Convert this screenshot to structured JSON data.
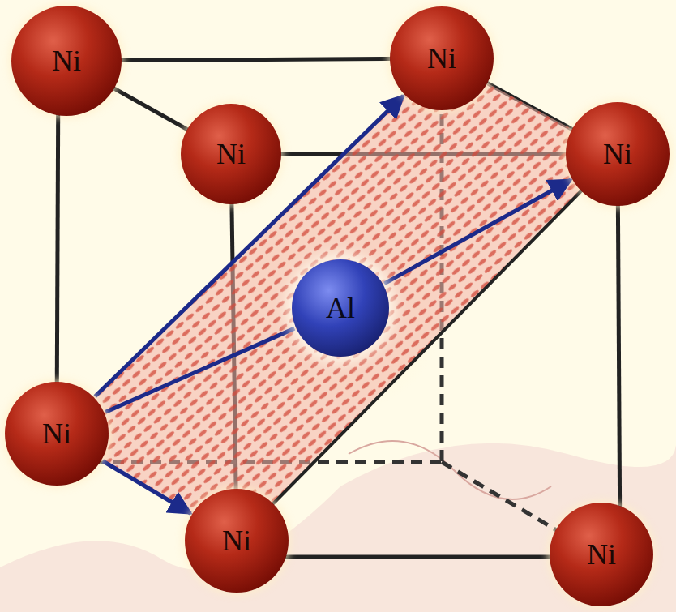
{
  "diagram": {
    "nodes": [
      {
        "text": [
          "Ni"
        ]
      },
      {
        "text": [
          "Ni"
        ]
      },
      {
        "text": [
          "Ni"
        ]
      },
      {
        "text": [
          "Ni"
        ]
      },
      {
        "text": [
          "Al"
        ]
      },
      {
        "text": [
          "Ni"
        ]
      },
      {
        "text": [
          "Ni"
        ]
      },
      {
        "text": [
          "Ni"
        ]
      }
    ],
    "edges": [
      {
        "from": 5,
        "to": 1,
        "arrow": "to"
      },
      {
        "from": 5,
        "to": 4,
        "arrow": "none"
      },
      {
        "from": 4,
        "to": 3,
        "arrow": "to"
      },
      {
        "from": 5,
        "to": 6,
        "arrow": "to"
      }
    ]
  }
}
